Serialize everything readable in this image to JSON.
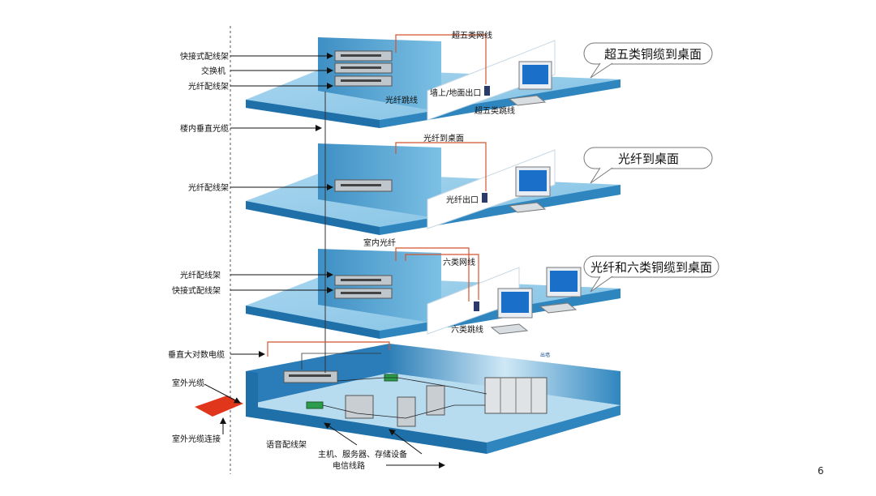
{
  "page_number": "6",
  "floor1": {
    "cat5_line": "超五类网线",
    "wall_outlet": "墙上/地面出口",
    "fiber_patch": "光纤跳线",
    "cat5_patch": "超五类跳线",
    "callout": "超五类铜缆到桌面"
  },
  "floor2": {
    "fiber_desktop_line": "光纤到桌面",
    "fiber_outlet": "光纤出口",
    "callout": "光纤到桌面"
  },
  "floor3": {
    "indoor_fiber": "室内光纤",
    "cat6_line": "六类网线",
    "cat6_patch": "六类跳线",
    "callout": "光纤和六类铜缆到桌面",
    "small_mark": "出墙"
  },
  "left_labels": {
    "quick_patch_panel": "快接式配线架",
    "switch": "交换机",
    "fiber_patch_panel": "光纤配线架",
    "vertical_fiber": "楼内垂直光缆",
    "fiber_patch_panel_2": "光纤配线架",
    "fiber_patch_panel_3": "光纤配线架",
    "quick_patch_panel_3": "快接式配线架",
    "vertical_cable": "垂直大对数电缆",
    "outdoor_cable": "室外光缆",
    "outdoor_cable_conn": "室外光缆连接"
  },
  "bottom_labels": {
    "voice_panel": "语音配线架",
    "hosts": "主机、服务器、存储设备",
    "telecom": "电信线路"
  }
}
